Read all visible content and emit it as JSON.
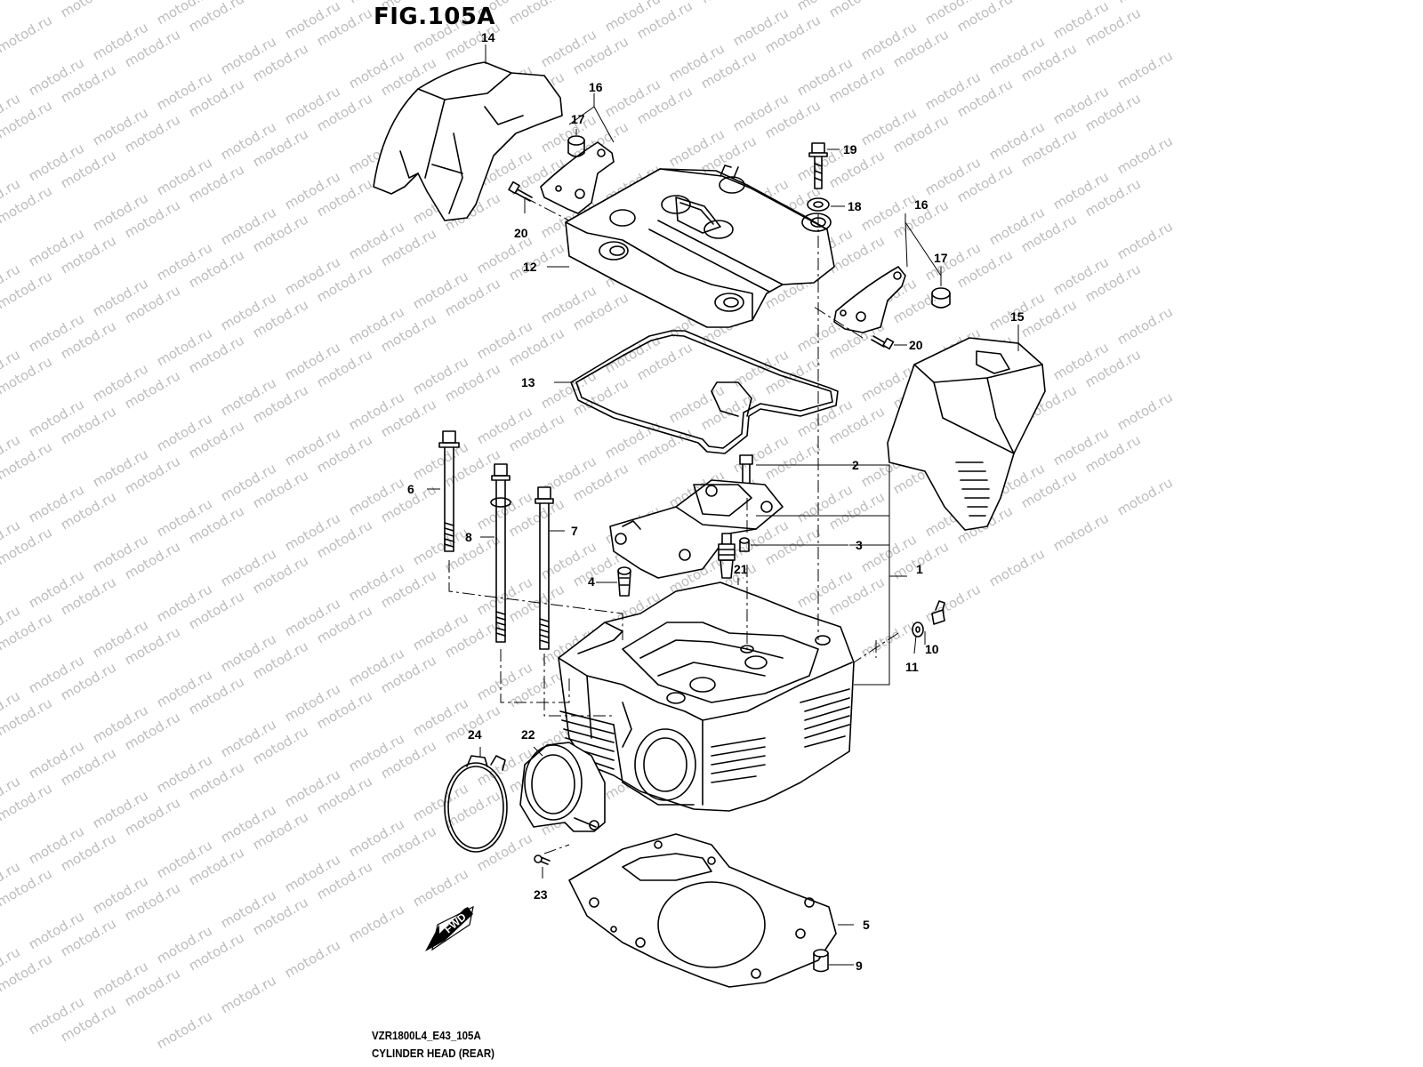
{
  "figure": {
    "title": "FIG.105A",
    "code": "VZR1800L4_E43_105A",
    "name": "CYLINDER HEAD (REAR)",
    "fwd_label": "FWD",
    "watermark": "motod.ru"
  },
  "callouts": {
    "c1": "1",
    "c2": "2",
    "c3": "3",
    "c4": "4",
    "c5": "5",
    "c6": "6",
    "c7": "7",
    "c8": "8",
    "c9": "9",
    "c10": "10",
    "c11": "11",
    "c12": "12",
    "c13": "13",
    "c14": "14",
    "c15": "15",
    "c16a": "16",
    "c16b": "16",
    "c17a": "17",
    "c17b": "17",
    "c18": "18",
    "c19": "19",
    "c20a": "20",
    "c20b": "20",
    "c21": "21",
    "c22": "22",
    "c23": "23",
    "c24": "24"
  },
  "colors": {
    "line": "#000000",
    "watermark": "#bdbdbd",
    "background": "#ffffff"
  }
}
